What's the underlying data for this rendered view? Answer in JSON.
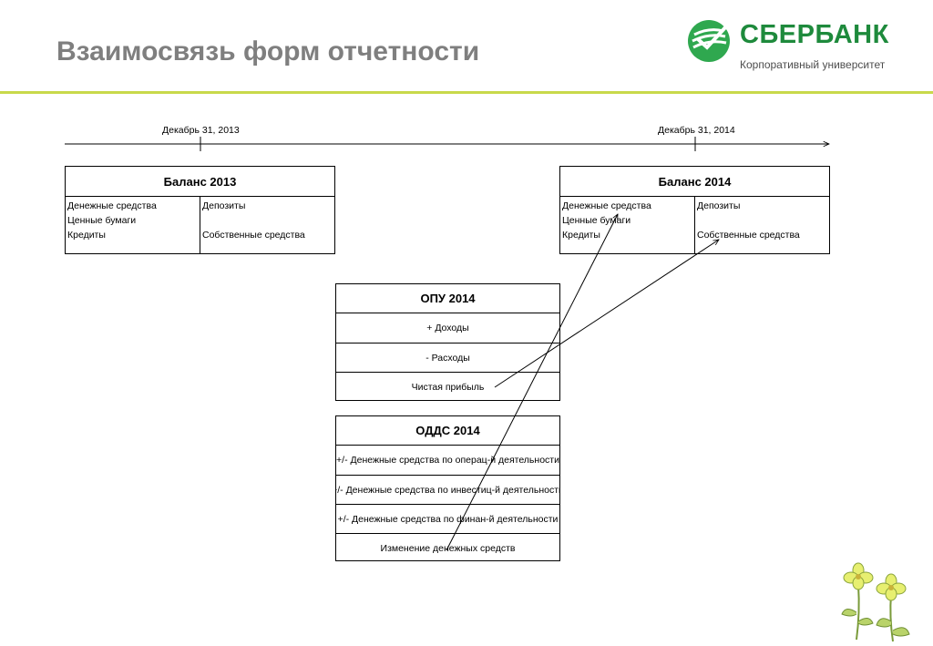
{
  "header": {
    "title": "Взаимосвязь форм отчетности",
    "logo_name": "СБЕРБАНК",
    "logo_subtitle": "Корпоративный университет"
  },
  "timeline": {
    "start_label": "Декабрь 31, 2013",
    "end_label": "Декабрь 31, 2014"
  },
  "balance_2013": {
    "title": "Баланс 2013",
    "assets": [
      "Денежные средства",
      "Ценные бумаги",
      "Кредиты"
    ],
    "liabilities": [
      "Депозиты",
      "",
      "Собственные средства"
    ]
  },
  "balance_2014": {
    "title": "Баланс 2014",
    "assets": [
      "Денежные средства",
      "Ценные бумаги",
      "Кредиты"
    ],
    "liabilities": [
      "Депозиты",
      "",
      "Собственные средства"
    ]
  },
  "pnl_2014": {
    "title": "ОПУ 2014",
    "rows": [
      "+ Доходы",
      "- Расходы",
      "Чистая прибыль"
    ]
  },
  "cashflow_2014": {
    "title": "ОДДС 2014",
    "rows": [
      "+/- Денежные средства по операц-й деятельности",
      "+/- Денежные средства по инвестиц-й деятельности",
      "+/- Денежные средства по финан-й деятельности",
      "Изменение денежных средств"
    ]
  },
  "colors": {
    "title_gray": "#7f7f7f",
    "accent_rule": "#c8d94a",
    "brand_green": "#1e8a3c"
  }
}
